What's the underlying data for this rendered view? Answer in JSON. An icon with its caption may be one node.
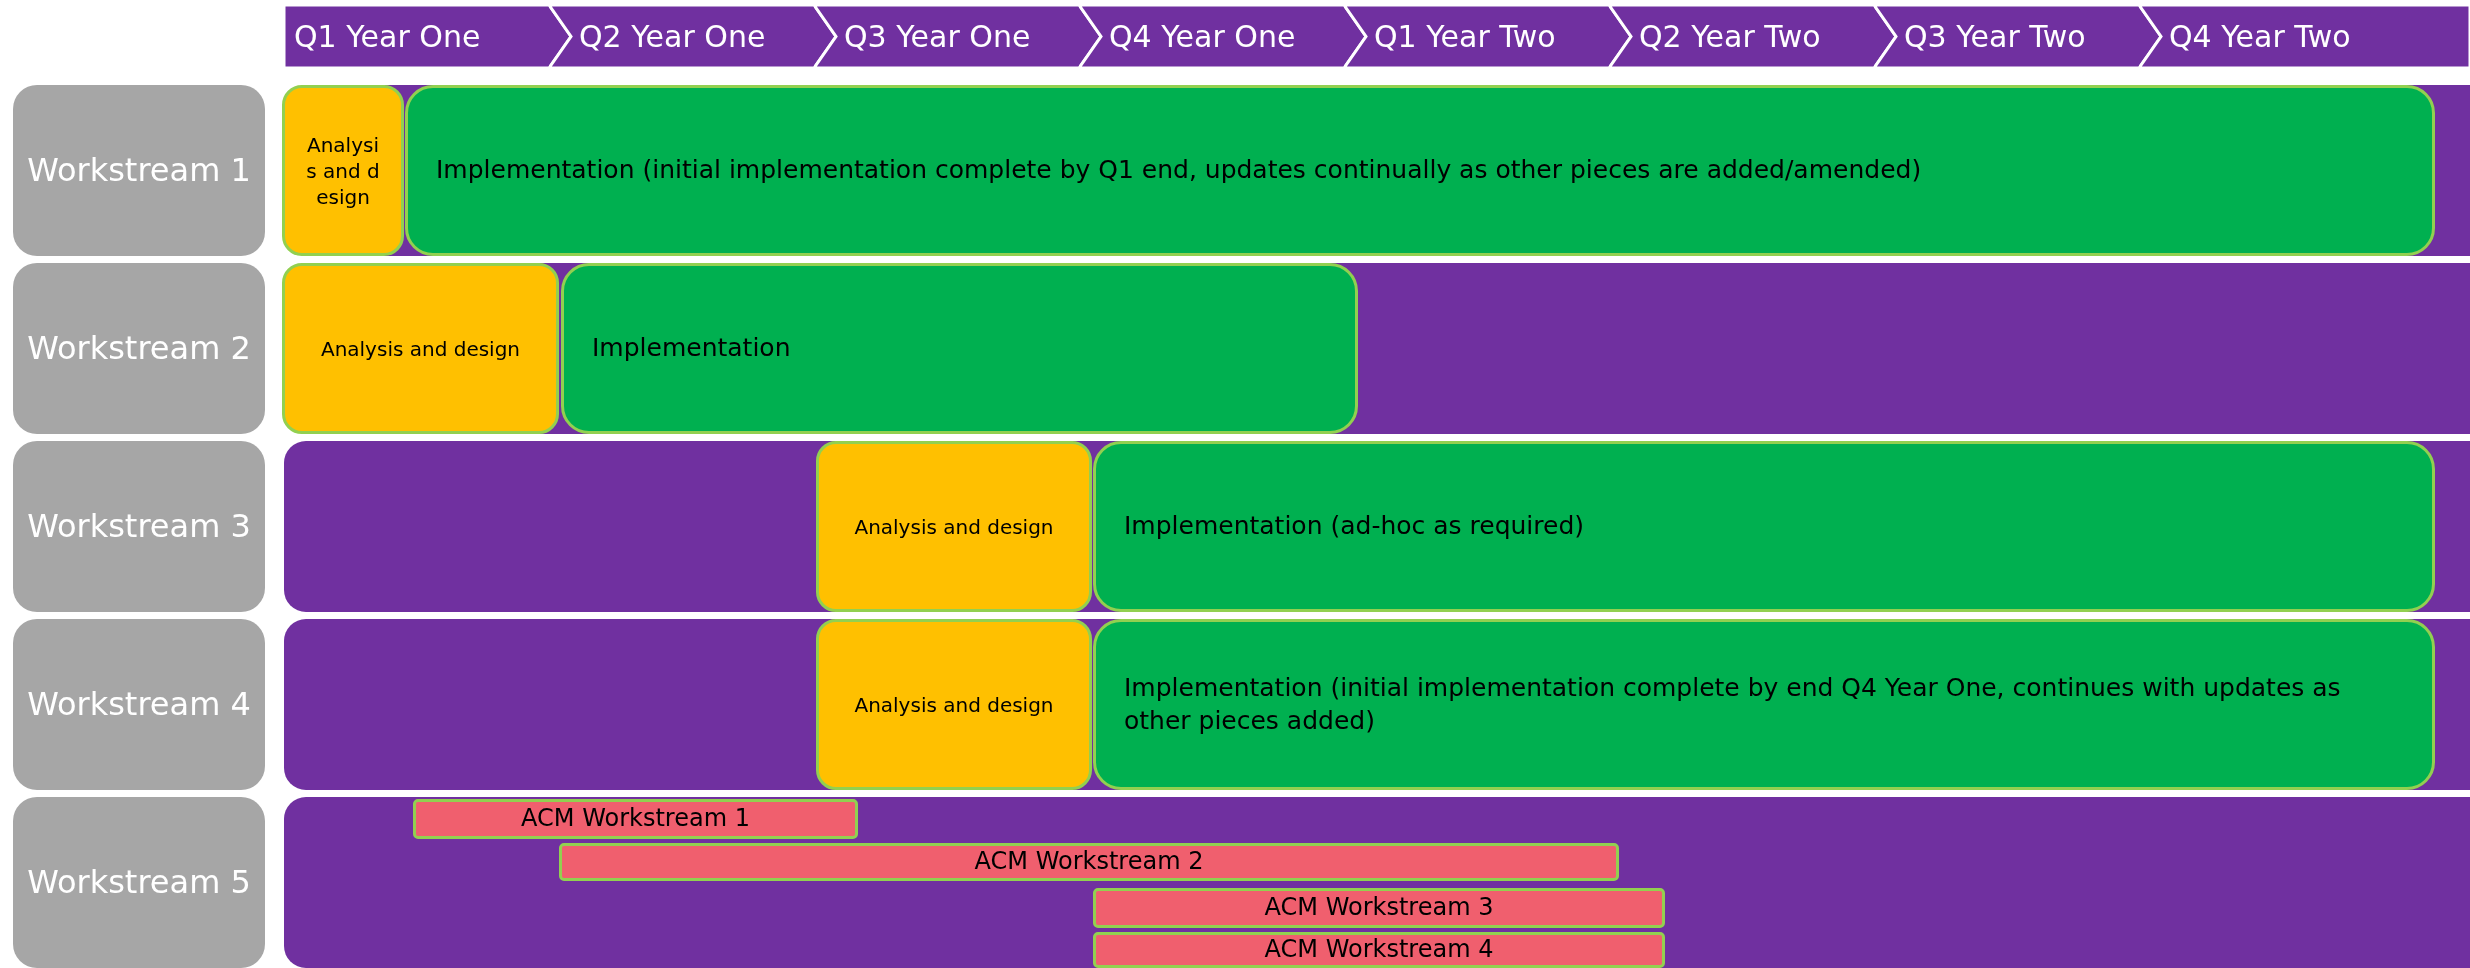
{
  "diagram": {
    "nodes": [
      {
        "text": [
          "Q1 Year One"
        ]
      },
      {
        "text": [
          "Q2 Year One"
        ]
      },
      {
        "text": [
          "Q3 Year One"
        ]
      },
      {
        "text": [
          "Q4 Year One"
        ]
      },
      {
        "text": [
          "Q1 Year Two"
        ]
      },
      {
        "text": [
          "Q2 Year Two"
        ]
      },
      {
        "text": [
          "Q3 Year Two"
        ]
      },
      {
        "text": [
          "Q4 Year Two"
        ]
      },
      {
        "text": [
          "Workstream 1"
        ]
      },
      {
        "text": [
          "Analysis and design"
        ]
      },
      {
        "text": [
          "Implementation (initial implementation complete by Q1 end, updates continually as other pieces are added/amended)"
        ]
      },
      {
        "text": [
          "Workstream 2"
        ]
      },
      {
        "text": [
          "Analysis and design"
        ]
      },
      {
        "text": [
          "Implementation"
        ]
      },
      {
        "text": [
          "Workstream 3"
        ]
      },
      {
        "text": [
          "Analysis and design"
        ]
      },
      {
        "text": [
          "Implementation (ad-hoc as required)"
        ]
      },
      {
        "text": [
          "Workstream 4"
        ]
      },
      {
        "text": [
          "Analysis and design"
        ]
      },
      {
        "text": [
          "Implementation (initial implementation complete by end Q4 Year One, continues with updates as other pieces added)"
        ]
      },
      {
        "text": [
          "Workstream 5"
        ]
      },
      {
        "text": [
          "ACM Workstream 1"
        ]
      },
      {
        "text": [
          "ACM Workstream 2"
        ]
      },
      {
        "text": [
          "ACM Workstream 3"
        ]
      },
      {
        "text": [
          "ACM Workstream 4"
        ]
      }
    ]
  }
}
